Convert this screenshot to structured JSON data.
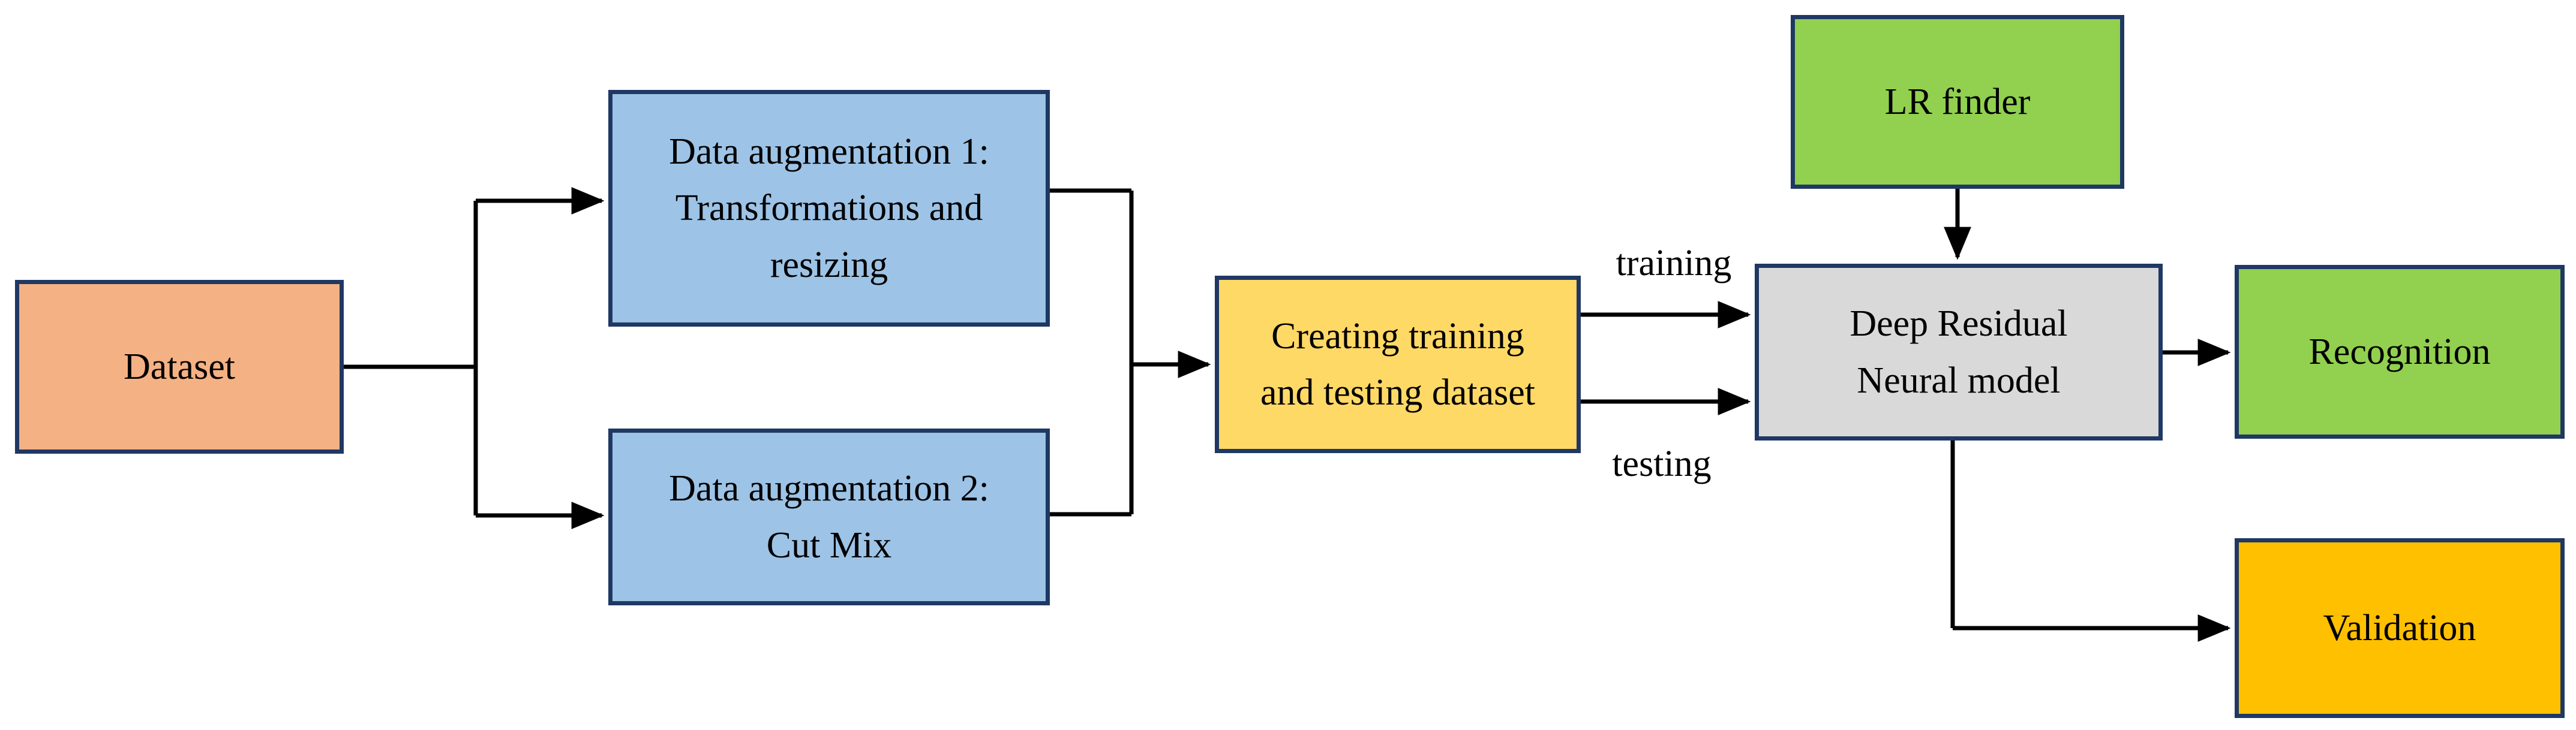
{
  "diagram": {
    "type": "flowchart",
    "background": "#FFFFFF",
    "colors": {
      "border": "#1F3864",
      "arrow": "#000000",
      "text": "#000000",
      "dataset_fill": "#F4B183",
      "augmentation_fill": "#9DC3E6",
      "creating_fill": "#FFD966",
      "lr_finder_fill": "#92D050",
      "model_fill": "#D9D9D9",
      "recognition_fill": "#92D050",
      "validation_fill": "#FFC000"
    },
    "nodes": {
      "dataset": {
        "fill": "#F4B183",
        "lines": [
          "Dataset"
        ]
      },
      "aug1": {
        "fill": "#9DC3E6",
        "lines": [
          "Data augmentation 1:",
          "Transformations and",
          "resizing"
        ]
      },
      "aug2": {
        "fill": "#9DC3E6",
        "lines": [
          "Data augmentation 2:",
          "Cut Mix"
        ]
      },
      "creating": {
        "fill": "#FFD966",
        "lines": [
          "Creating training",
          "and testing dataset"
        ]
      },
      "lr_finder": {
        "fill": "#92D050",
        "lines": [
          "LR finder"
        ]
      },
      "model": {
        "fill": "#D9D9D9",
        "lines": [
          "Deep Residual",
          "Neural model"
        ]
      },
      "recognition": {
        "fill": "#92D050",
        "lines": [
          "Recognition"
        ]
      },
      "validation": {
        "fill": "#FFC000",
        "lines": [
          "Validation"
        ]
      }
    },
    "edge_labels": {
      "training": "training",
      "testing": "testing"
    },
    "edges": [
      {
        "from": "dataset",
        "to": "aug1"
      },
      {
        "from": "dataset",
        "to": "aug2"
      },
      {
        "from": "aug1",
        "to": "creating"
      },
      {
        "from": "aug2",
        "to": "creating"
      },
      {
        "from": "creating",
        "to": "model",
        "label": "training"
      },
      {
        "from": "creating",
        "to": "model",
        "label": "testing"
      },
      {
        "from": "lr_finder",
        "to": "model"
      },
      {
        "from": "model",
        "to": "recognition"
      },
      {
        "from": "model",
        "to": "validation"
      }
    ]
  }
}
